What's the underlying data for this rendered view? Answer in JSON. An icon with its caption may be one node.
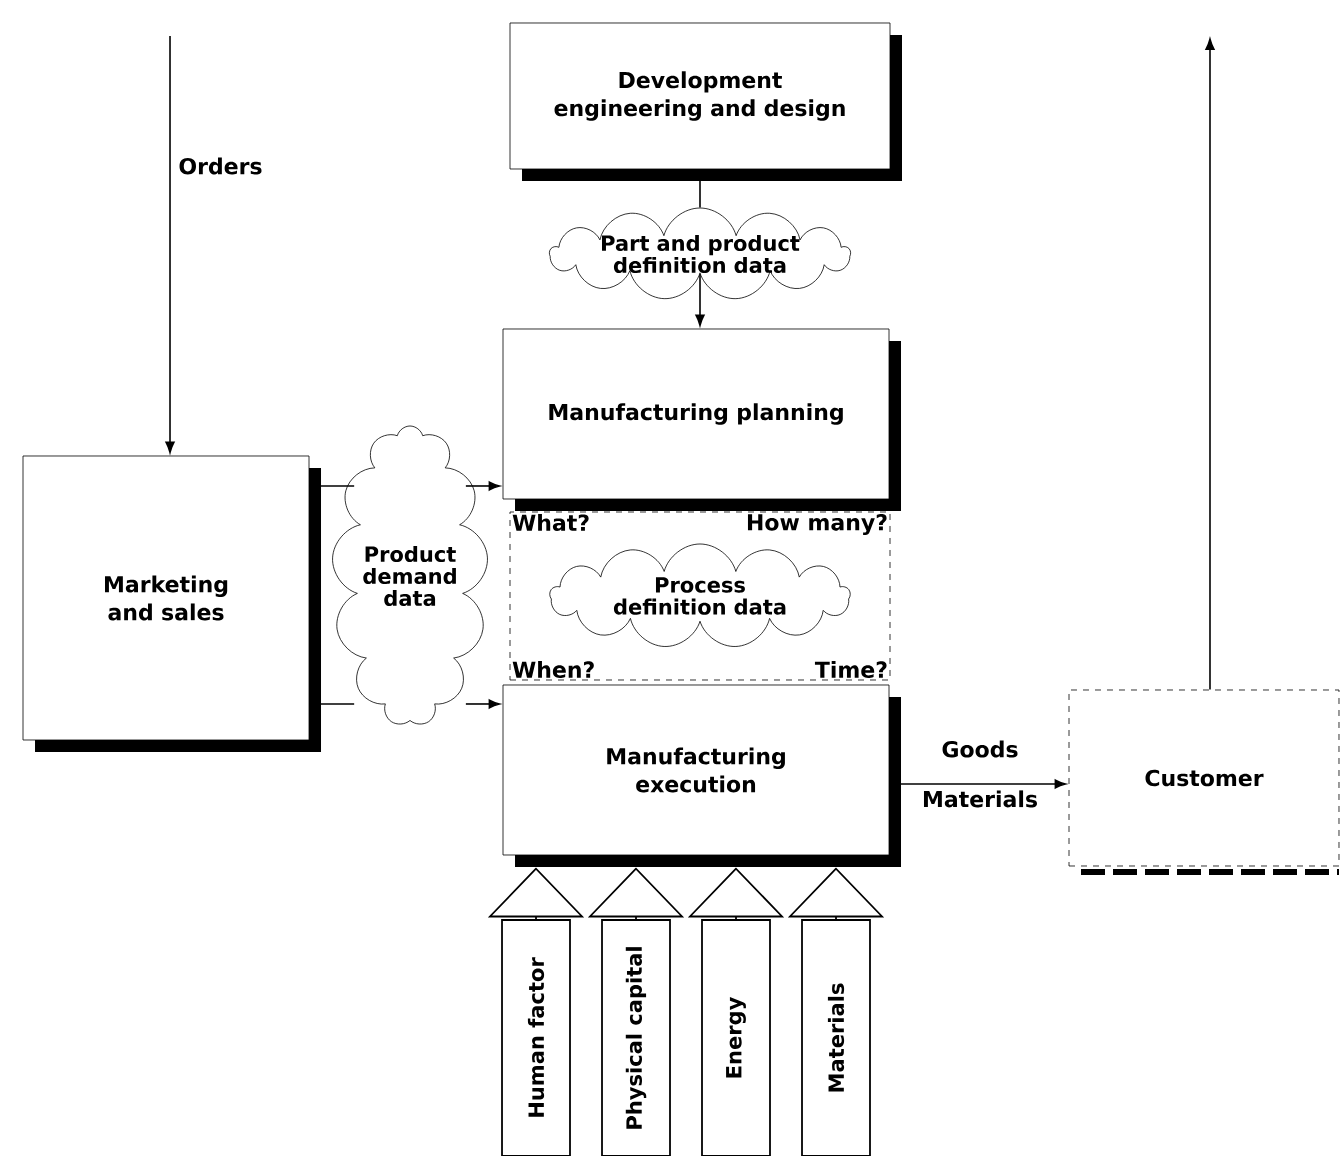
{
  "diagram": {
    "nodes": [
      {
        "text": [
          "Development engineering and design"
        ]
      },
      {
        "text": [
          "Part and product definition data"
        ]
      },
      {
        "text": [
          "Manufacturing planning"
        ]
      },
      {
        "text": [
          "Marketing and sales"
        ]
      },
      {
        "text": [
          "Product demand data"
        ]
      },
      {
        "text": [
          "What?",
          "How many?",
          "When?",
          "Time?"
        ]
      },
      {
        "text": [
          "Process definition data"
        ],
        "in": 5
      },
      {
        "text": [
          "Manufacturing execution"
        ]
      },
      {
        "text": [
          "Customer"
        ]
      },
      {
        "text": [
          "Human factor"
        ]
      },
      {
        "text": [
          "Physical capital"
        ]
      },
      {
        "text": [
          "Energy"
        ]
      },
      {
        "text": [
          "Materials"
        ]
      }
    ],
    "edges": [
      {
        "from": 0,
        "to": 1,
        "arrow": "none"
      },
      {
        "from": 1,
        "to": 2,
        "arrow": "to"
      },
      {
        "from": null,
        "to": 3,
        "arrow": "to",
        "label": "Orders"
      },
      {
        "from": 3,
        "to": 4,
        "arrow": "none"
      },
      {
        "from": 3,
        "to": 4,
        "arrow": "none"
      },
      {
        "from": 4,
        "to": 2,
        "arrow": "to"
      },
      {
        "from": 4,
        "to": 7,
        "arrow": "to"
      },
      {
        "from": 7,
        "to": 8,
        "arrow": "to",
        "label": "Goods"
      },
      {
        "from": 8,
        "to": null,
        "arrow": "to"
      },
      {
        "from": 9,
        "to": 7,
        "arrow": "to"
      },
      {
        "from": 10,
        "to": 7,
        "arrow": "to"
      },
      {
        "from": 11,
        "to": 7,
        "arrow": "to"
      },
      {
        "from": 12,
        "to": 7,
        "arrow": "to"
      }
    ],
    "labels": [
      "Materials"
    ]
  }
}
